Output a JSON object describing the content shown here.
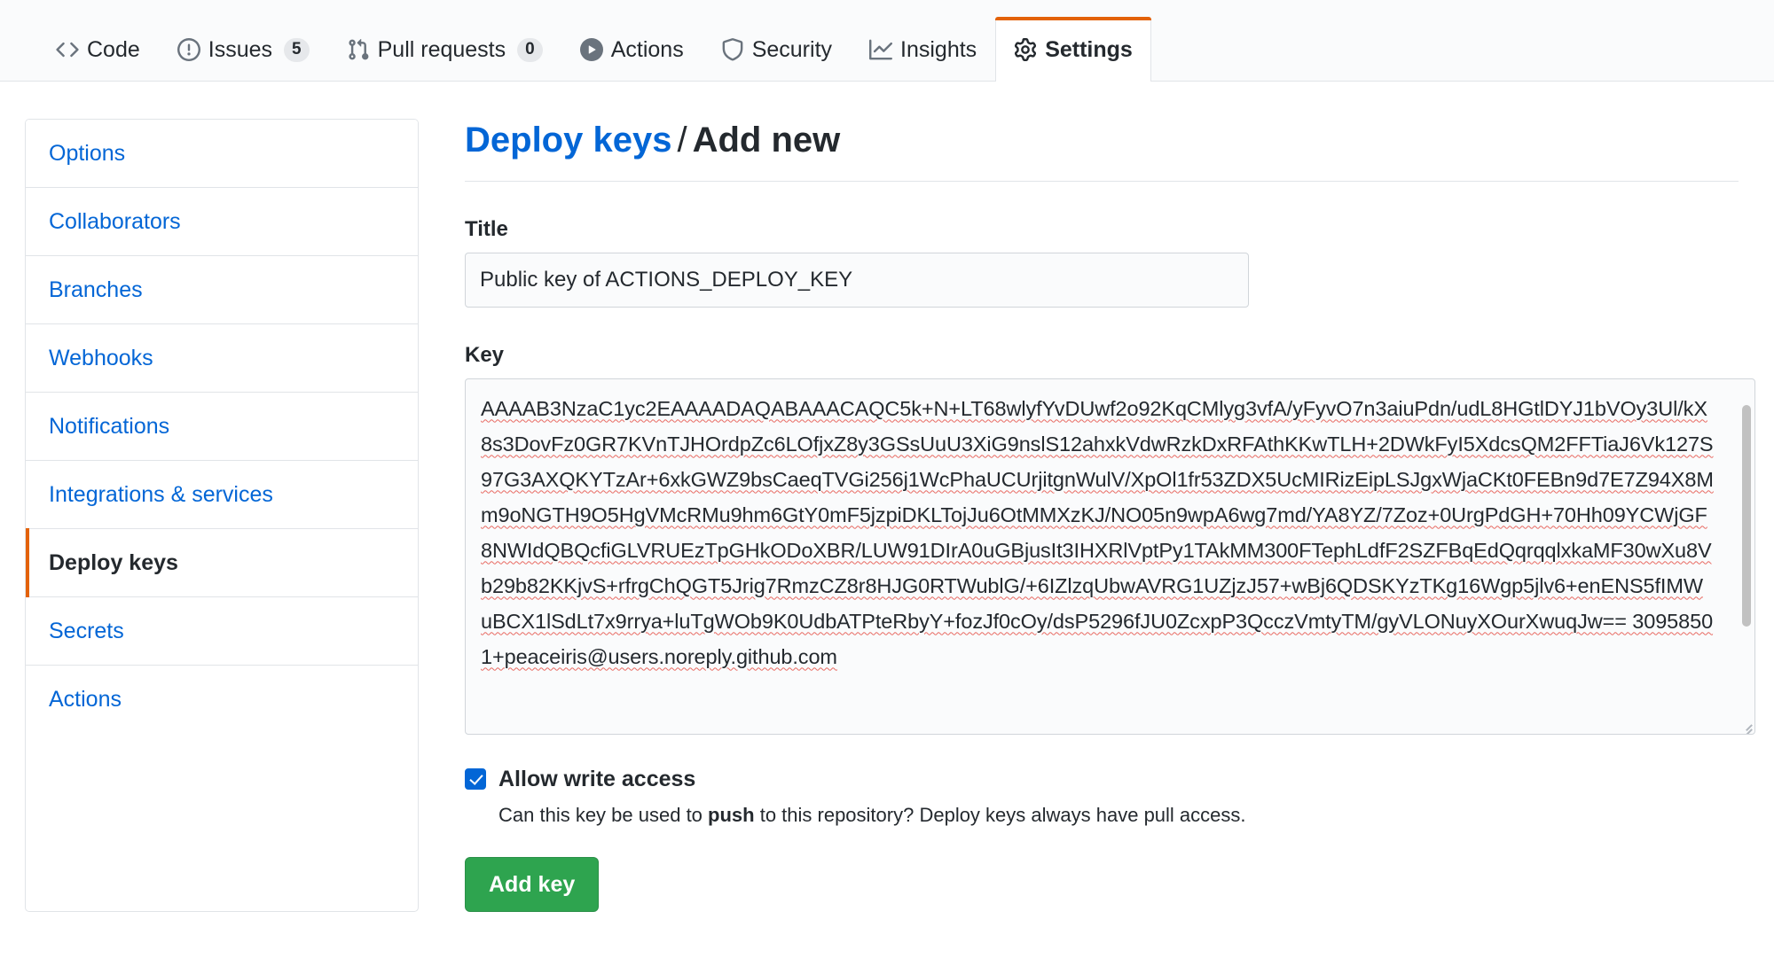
{
  "repo_nav": {
    "tabs": [
      {
        "id": "code",
        "label": "Code",
        "icon": "code-icon",
        "count": null,
        "selected": false
      },
      {
        "id": "issues",
        "label": "Issues",
        "icon": "issue-opened-icon",
        "count": "5",
        "selected": false
      },
      {
        "id": "pull-requests",
        "label": "Pull requests",
        "icon": "git-pull-request-icon",
        "count": "0",
        "selected": false
      },
      {
        "id": "actions",
        "label": "Actions",
        "icon": "play-icon",
        "count": null,
        "selected": false
      },
      {
        "id": "security",
        "label": "Security",
        "icon": "shield-icon",
        "count": null,
        "selected": false
      },
      {
        "id": "insights",
        "label": "Insights",
        "icon": "graph-icon",
        "count": null,
        "selected": false
      },
      {
        "id": "settings",
        "label": "Settings",
        "icon": "gear-icon",
        "count": null,
        "selected": true
      }
    ]
  },
  "sidebar": {
    "items": [
      {
        "id": "options",
        "label": "Options",
        "selected": false
      },
      {
        "id": "collaborators",
        "label": "Collaborators",
        "selected": false
      },
      {
        "id": "branches",
        "label": "Branches",
        "selected": false
      },
      {
        "id": "webhooks",
        "label": "Webhooks",
        "selected": false
      },
      {
        "id": "notifications",
        "label": "Notifications",
        "selected": false
      },
      {
        "id": "integrations-services",
        "label": "Integrations & services",
        "selected": false
      },
      {
        "id": "deploy-keys",
        "label": "Deploy keys",
        "selected": true
      },
      {
        "id": "secrets",
        "label": "Secrets",
        "selected": false
      },
      {
        "id": "actions",
        "label": "Actions",
        "selected": false
      }
    ]
  },
  "main": {
    "breadcrumb": {
      "parent": "Deploy keys",
      "separator": "/",
      "current": "Add new"
    },
    "title_field": {
      "label": "Title",
      "value": "Public key of ACTIONS_DEPLOY_KEY",
      "placeholder": ""
    },
    "key_field": {
      "label": "Key",
      "placeholder": "",
      "value": "AAAAB3NzaC1yc2EAAAADAQABAAACAQC5k+N+LT68wlyfYvDUwf2o92KqCMlyg3vfA/yFyvO7n3aiuPdn/udL8HGtlDYJ1bVOy3Ul/kX8s3DovFz0GR7KVnTJHOrdpZc6LOfjxZ8y3GSsUuU3XiG9nslS12ahxkVdwRzkDxRFAthKKwTLH+2DWkFyI5XdcsQM2FFTiaJ6Vk127S97G3AXQKYTzAr+6xkGWZ9bsCaeqTVGi256j1WcPhaUCUrjitgnWulV/XpOl1fr53ZDX5UcMIRizEipLSJgxWjaCKt0FEBn9d7E7Z94X8Mm9oNGTH9O5HgVMcRMu9hm6GtY0mF5jzpiDKLTojJu6OtMMXzKJ/NO05n9wpA6wg7md/YA8YZ/7Zoz+0UrgPdGH+70Hh09YCWjGF8NWIdQBQcfiGLVRUEzTpGHkODoXBR/LUW91DIrA0uGBjusIt3IHXRlVptPy1TAkMM300FTephLdfF2SZFBqEdQqrqqlxkaMF30wXu8Vb29b82KKjvS+rfrgChQGT5Jrig7RmzCZ8r8HJG0RTWublG/+6IZlzqUbwAVRG1UZjzJ57+wBj6QDSKYzTKg16Wgp5jlv6+enENS5fIMWuBCX1lSdLt7x9rrya+luTgWOb9K0UdbATPteRbyY+fozJf0cOy/dsP5296fJU0ZcxpP3QcczVmtyTM/gyVLONuyXOurXwuqJw== 30958501+peaceiris@users.noreply.github.com"
    },
    "allow_write": {
      "checked": true,
      "label": "Allow write access",
      "note_prefix": "Can this key be used to ",
      "note_bold": "push",
      "note_suffix": " to this repository? Deploy keys always have pull access."
    },
    "submit_button": "Add key"
  },
  "colors": {
    "accent_orange": "#e36209",
    "link_blue": "#0366d6",
    "button_green": "#2ea44f",
    "border_gray": "#e1e4e8",
    "input_bg": "#fafbfc",
    "spell_error_red": "#e55046"
  }
}
